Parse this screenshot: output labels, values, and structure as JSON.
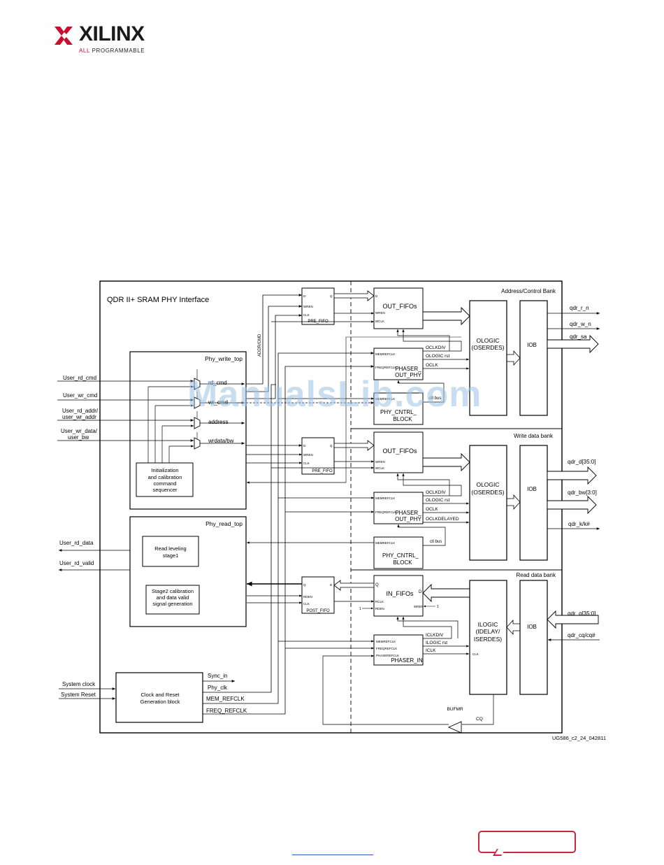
{
  "logo": {
    "word": "XILINX",
    "all": "ALL",
    "tag": " PROGRAMMABLE",
    "brand_color": "#c8102e"
  },
  "watermark": "ManualsLib.com",
  "figure_code": "UG586_c2_24_042811",
  "diagram": {
    "title": "QDR II+ SRAM PHY Interface",
    "banks": {
      "addr_ctrl": "Address/Control Bank",
      "write_data": "Write data bank",
      "read_data": "Read data bank"
    },
    "inputs": {
      "user_rd_cmd": "User_rd_cmd",
      "user_wr_cmd": "User_wr_cmd",
      "user_rd_addr": "User_rd_addr/",
      "user_wr_addr": "user_wr_addr",
      "user_wr_data": "User_wr_data/",
      "user_bw": "user_bw",
      "user_rd_data": "User_rd_data",
      "user_rd_valid": "User_rd_valid",
      "system_clock": "System clock",
      "system_reset": "System Reset"
    },
    "write_top": {
      "title": "Phy_write_top",
      "rd_cmd": "rd_cmd",
      "wr_cmd": "wr_cmd",
      "address": "address",
      "wrdata": "wrdata/bw",
      "sequencer_lines": [
        "Initialization",
        "and calibration",
        "command",
        "sequencer"
      ]
    },
    "read_top": {
      "title": "Phy_read_top",
      "read_level_lines": [
        "Read leveling",
        "stage1"
      ],
      "stage2_lines": [
        "Stage2 calibration",
        "and data valid",
        "signal generation"
      ]
    },
    "clock_block": {
      "lines": [
        "Clock and Reset",
        "Generation block"
      ],
      "sync_in": "Sync_in",
      "phy_clk": "Phy_clk",
      "mem_refclk": "MEM_REFCLK",
      "freq_refclk": "FREQ_REFCLK"
    },
    "addr_cmd": "ADDR/CMD",
    "pre_fifo": "PRE_FIFO",
    "post_fifo": "POST_FIFO",
    "fifo_pins": {
      "d": "D",
      "q": "Q",
      "wren": "WREN",
      "clk": "CLK",
      "wclk": "WCLK",
      "rden": "RDEN",
      "rclk": "RCLK",
      "one": "1"
    },
    "out_fifos": "OUT_FIFOs",
    "in_fifos": "IN_FIFOs",
    "phaser_out": [
      "PHASER_",
      "OUT_PHY"
    ],
    "phaser_in": "PHASER_IN",
    "phy_cntrl": [
      "PHY_CNTRL_",
      "BLOCK"
    ],
    "ctl_bus": "ctl bus",
    "phaser_pins": {
      "memrefclk": "MEMREFCLK",
      "freqrefclk": "FREQREFCLK",
      "phaserefclk": "PHASEREFCLK"
    },
    "olog_signals": {
      "oclkdiv": "OCLKDIV",
      "ologic_rst": "OLOGIC rst",
      "oclk": "OCLK",
      "oclkdelayed": "OCLKDELAYED"
    },
    "ilog_signals": {
      "iclkdiv": "ICLKDIV",
      "ilogic_rst": "ILOGIC rst",
      "iclk": "ICLK",
      "clk": "CLK"
    },
    "ologic": [
      "OLOGIC",
      "(OSERDES)"
    ],
    "ilogic": [
      "ILOGIC",
      "(IDELAY/",
      "ISERDES)"
    ],
    "iob": "IOB",
    "outputs": {
      "qdr_r_n": "qdr_r_n",
      "qdr_w_n": "qdr_w_n",
      "qdr_sa": "qdr_sa",
      "qdr_d": "qdr_d[35:0]",
      "qdr_bw": "qdr_bw[3:0]",
      "qdr_k": "qdr_k/k#",
      "qdr_q": "qdr_q[35:0]",
      "qdr_cq": "qdr_cq/cq#"
    },
    "bufmr": "BUFMR",
    "cq": "CQ"
  }
}
